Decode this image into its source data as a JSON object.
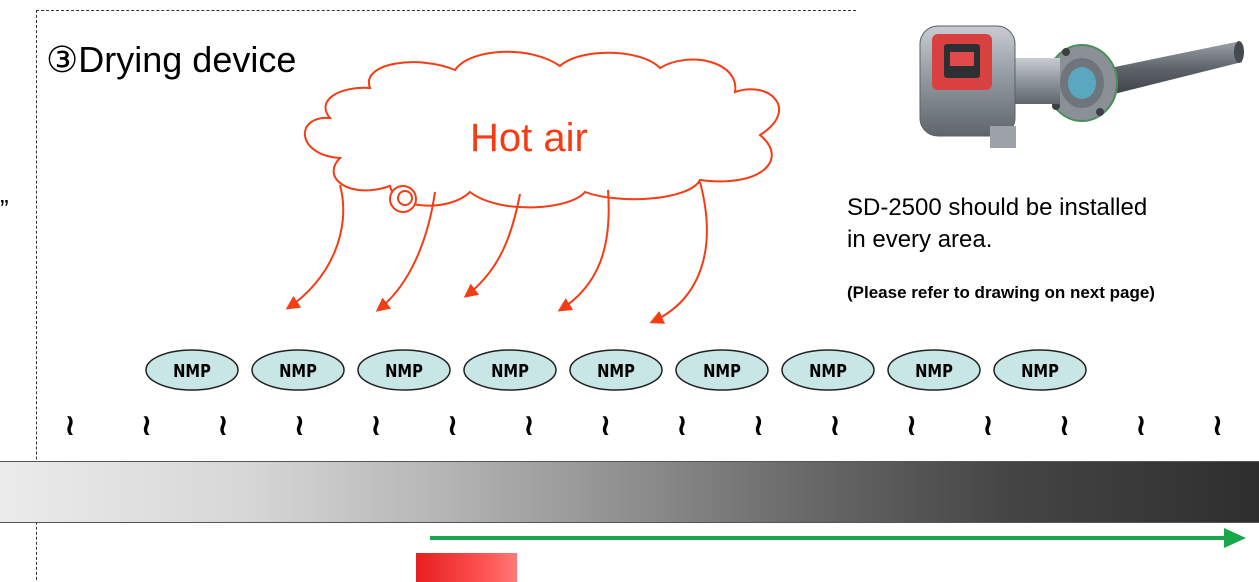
{
  "title": "③Drying device",
  "stray_mark": "”",
  "hot_air": {
    "label": "Hot air",
    "color": "#f43c15"
  },
  "nmp_label": "NMP",
  "nmp_count": 9,
  "wave_count": 16,
  "wave_glyph": "≀",
  "device": {
    "icon": "gas-detector-icon",
    "note_line1": "SD-2500 should be installed",
    "note_line2": "in every area.",
    "refer": "(Please refer to drawing on next page)"
  },
  "colors": {
    "nmp_fill": "#c8e6e6",
    "flow_arrow": "#1aa64a",
    "accent_red": "#e71e1e"
  }
}
